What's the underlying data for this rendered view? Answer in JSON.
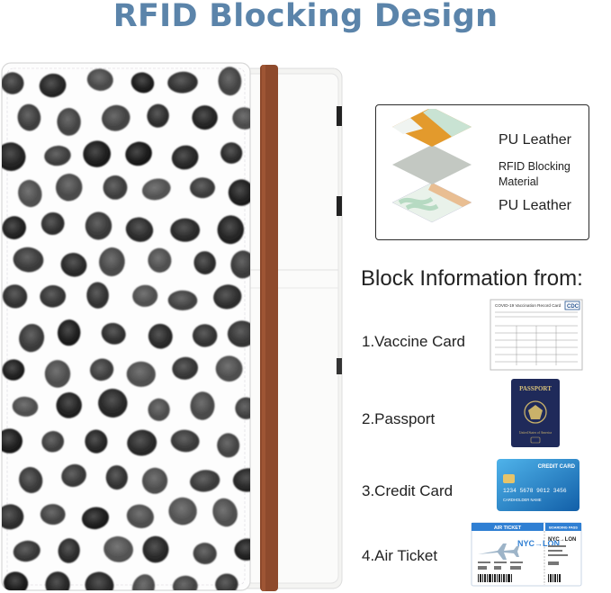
{
  "title": "RFID Blocking Design",
  "layers": {
    "top": "PU Leather",
    "middle_line1": "RFID Blocking",
    "middle_line2": "Material",
    "bottom": "PU Leather"
  },
  "block_heading": "Block Information from:",
  "items": [
    {
      "label": "1.Vaccine Card",
      "thumb_title": "COVID-19 Vaccination Record Card",
      "thumb_logo": "CDC"
    },
    {
      "label": "2.Passport",
      "thumb_title": "PASSPORT",
      "thumb_sub": "United States of America"
    },
    {
      "label": "3.Credit Card",
      "thumb_title": "CREDIT CARD",
      "thumb_number": "1234 5678 9012 3456",
      "thumb_holder": "CARDHOLDER NAME"
    },
    {
      "label": "4.Air Ticket",
      "thumb_title": "AIR TICKET",
      "thumb_route": "NYC→LON",
      "thumb_pass": "BOARDING PASS",
      "thumb_route2": "NYC→LON"
    }
  ],
  "colors": {
    "title": "#5b84aa",
    "strap": "#8e4a2c",
    "layer_orange": "#e39a2c",
    "layer_gray": "#c3c8c2",
    "layer_mint": "#c9e3d3",
    "passport_blue": "#1f2a5a",
    "card_blue": "#1a7cc7",
    "ticket_blue": "#2f7fd3"
  }
}
